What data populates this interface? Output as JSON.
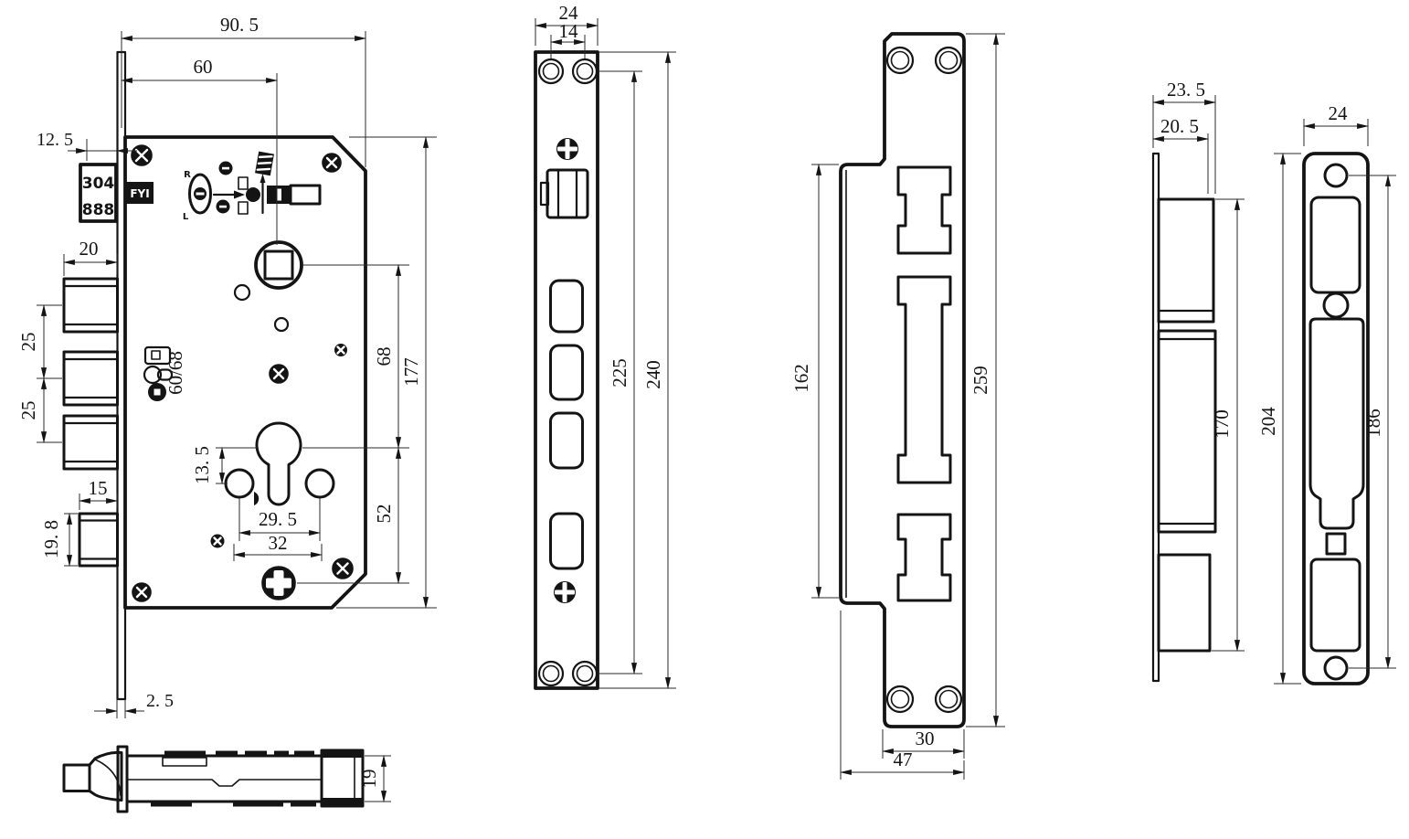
{
  "views": {
    "lock_body": {
      "dims": {
        "total_width": "90. 5",
        "backset": "60",
        "block_offset": "12. 5",
        "bolt_width": "20",
        "bolt_pitch_1": "25",
        "bolt_pitch_2": "25",
        "latch_width": "15",
        "latch_height": "19. 8",
        "cyl_offset": "13. 5",
        "screw_span": "29. 5",
        "screw_span_outer": "32",
        "cyl_to_screw": "52",
        "follower_to_cyl": "68",
        "body_height": "177",
        "plate_thickness": "2. 5"
      },
      "marks": {
        "steel_grade": "304",
        "code": "888",
        "brand": "FYI",
        "adjust": "60/68",
        "right": "R",
        "left": "L"
      }
    },
    "lock_side": {
      "dims": {
        "thickness": "19"
      }
    },
    "faceplate": {
      "dims": {
        "width": "24",
        "hole_pitch": "14",
        "hole_span": "225",
        "height": "240"
      }
    },
    "strike_front": {
      "dims": {
        "recess_height": "162",
        "height": "259",
        "narrow_width": "30",
        "total_width": "47"
      }
    },
    "strike_side": {
      "dims": {
        "depth_total": "23. 5",
        "depth_inner": "20. 5",
        "box_span": "170"
      }
    },
    "strike_plate": {
      "dims": {
        "width": "24",
        "height": "204",
        "hole_span": "186"
      }
    }
  }
}
